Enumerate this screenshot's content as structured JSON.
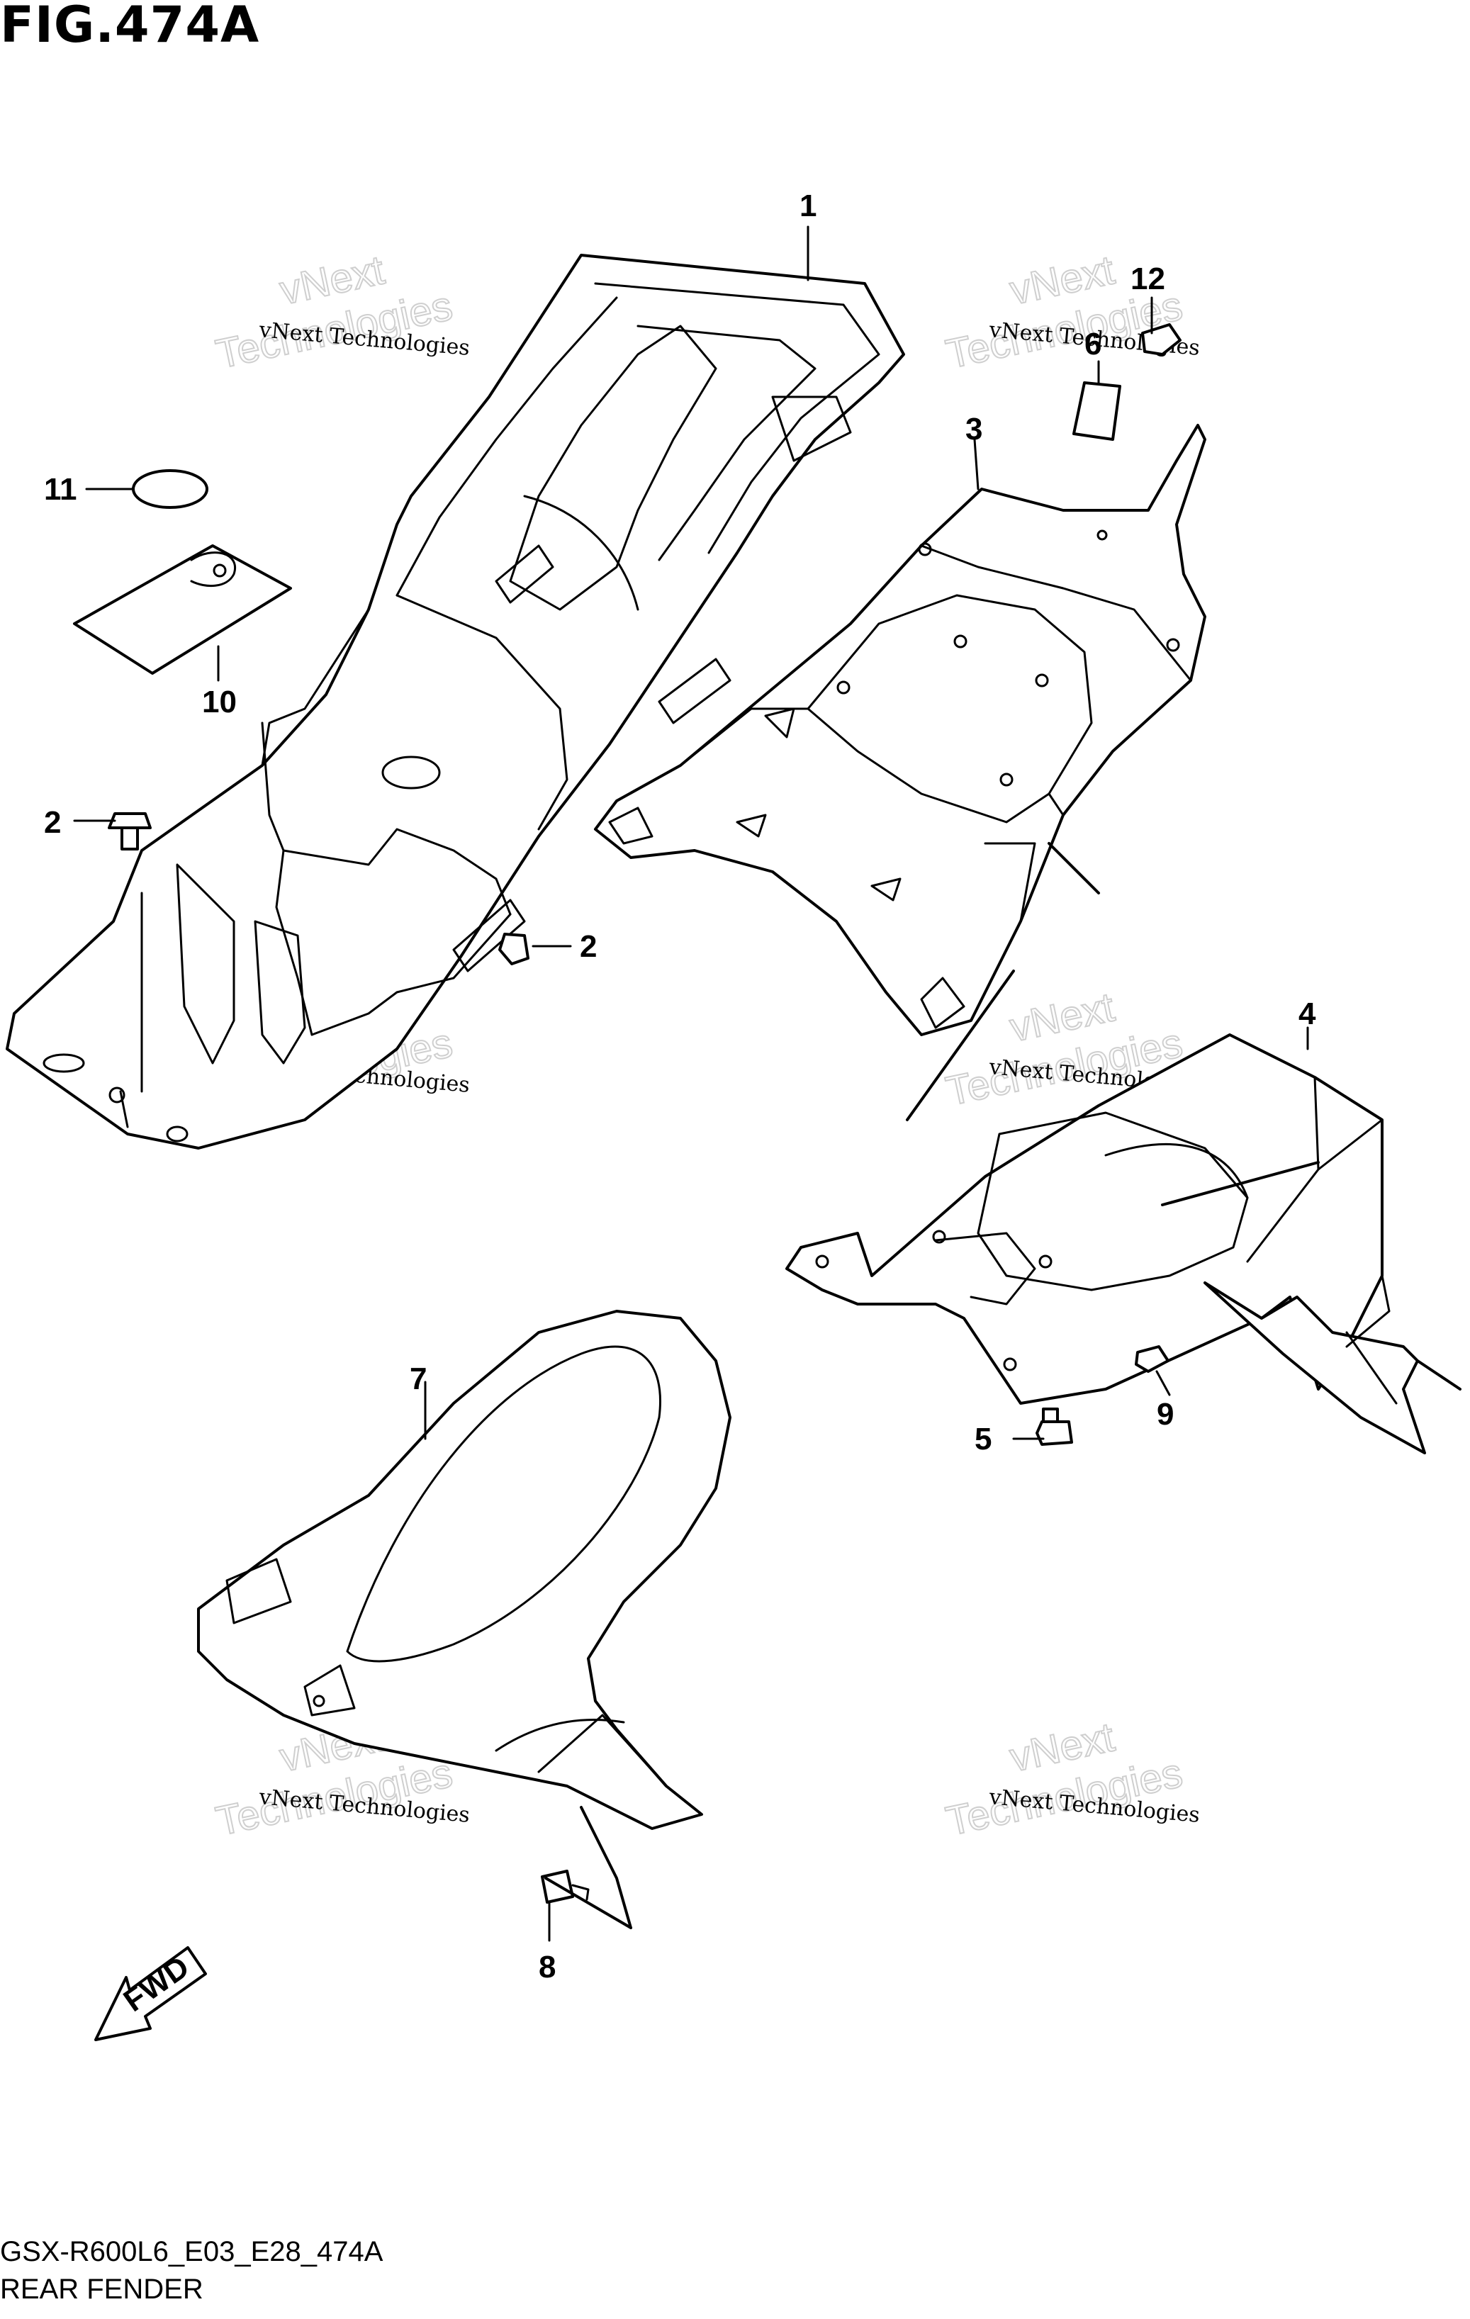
{
  "figure": {
    "title": "FIG.474A",
    "code": "GSX-R600L6_E03_E28_474A",
    "caption": "REAR FENDER"
  },
  "callouts": [
    "1",
    "2",
    "2",
    "3",
    "4",
    "5",
    "6",
    "7",
    "8",
    "9",
    "10",
    "11",
    "12"
  ],
  "watermark": {
    "small": "vNext Technologies",
    "large_top": "vNext",
    "large_bottom": "Technologies"
  },
  "fwd_label": "FWD"
}
